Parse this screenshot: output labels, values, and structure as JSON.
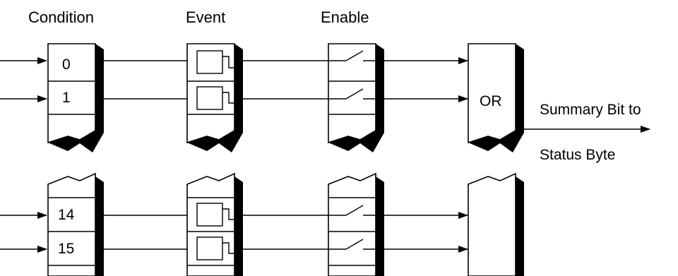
{
  "headers": {
    "condition": "Condition",
    "event": "Event",
    "enable": "Enable"
  },
  "bits": {
    "b0": "0",
    "b1": "1",
    "b14": "14",
    "b15": "15"
  },
  "or_label": "OR",
  "output": {
    "line1": "Summary Bit to",
    "line2": "Status Byte"
  }
}
